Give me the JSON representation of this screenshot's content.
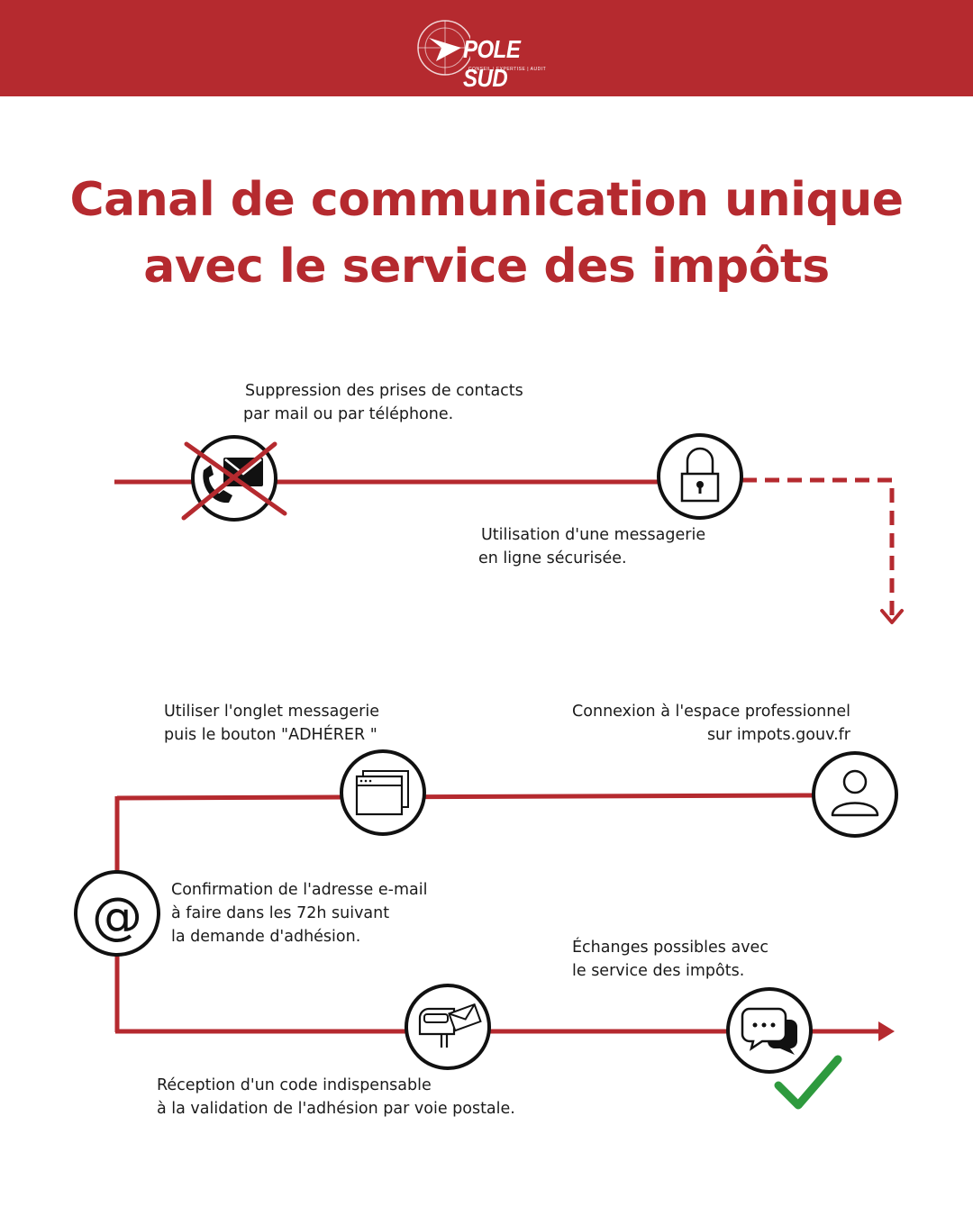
{
  "header": {
    "brand": "POLE SUD",
    "tagline": "CONSEIL | EXPERTISE | AUDIT",
    "background_color": "#b52a2f"
  },
  "title": {
    "line1": "Canal de communication unique",
    "line2": "avec le service des impôts",
    "color": "#b52a2f"
  },
  "steps": [
    {
      "icon": "crossed-phone-mail-icon",
      "lines": [
        "Suppression des prises de contacts",
        "par mail ou par téléphone."
      ]
    },
    {
      "icon": "padlock-icon",
      "lines": [
        "Utilisation d'une messagerie",
        "en ligne sécurisée."
      ]
    },
    {
      "icon": "user-icon",
      "lines": [
        "Connexion à l'espace professionnel",
        "sur impots.gouv.fr"
      ]
    },
    {
      "icon": "browser-window-icon",
      "lines": [
        "Utiliser l'onglet messagerie",
        "puis le bouton \"ADHÉRER \""
      ]
    },
    {
      "icon": "at-sign-icon",
      "lines": [
        "Confirmation de l'adresse e-mail",
        "à faire dans les 72h suivant",
        "la demande d'adhésion."
      ]
    },
    {
      "icon": "mailbox-icon",
      "lines": [
        "Réception d'un code indispensable",
        "à la validation de l'adhésion par voie postale."
      ]
    },
    {
      "icon": "chat-bubbles-icon",
      "lines": [
        "Échanges possibles avec",
        "le service des impôts."
      ]
    }
  ],
  "colors": {
    "path_line": "#b52a2f",
    "checkmark": "#2e9a3e"
  }
}
